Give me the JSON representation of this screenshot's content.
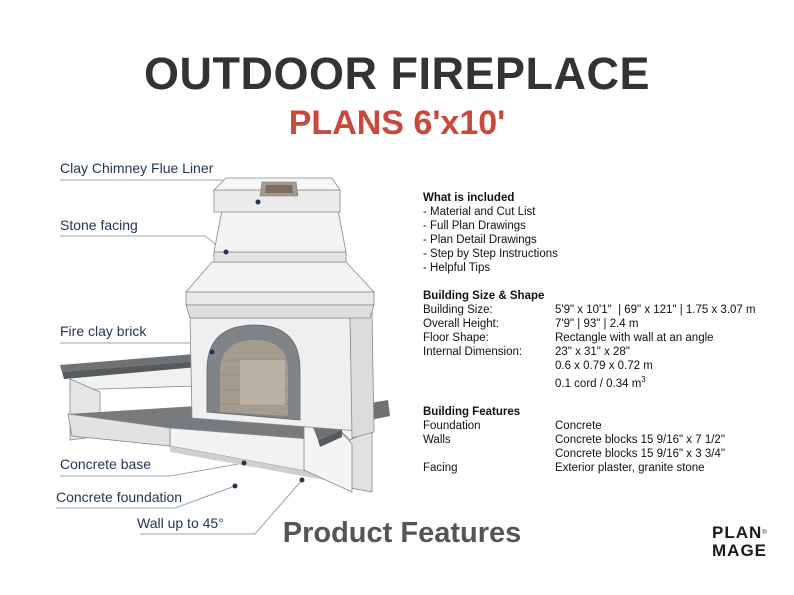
{
  "header": {
    "title": "OUTDOOR FIREPLACE",
    "subtitle": "PLANS 6'x10'"
  },
  "callouts": [
    "Clay Chimney Flue Liner",
    "Stone facing",
    "Fire clay brick",
    "Concrete base",
    "Concrete foundation",
    "Wall up to 45°"
  ],
  "included": {
    "heading": "What is included",
    "items": [
      "- Material and Cut List",
      "- Full Plan Drawings",
      "- Plan Detail Drawings",
      "- Step by Step Instructions",
      "- Helpful Tips"
    ]
  },
  "size": {
    "heading": "Building Size & Shape",
    "building_size_label": "Building Size:",
    "building_size_value": "5'9\" x 10'1\"  | 69\" x 121\" | 1.75 x 3.07 m",
    "overall_height_label": "Overall Height:",
    "overall_height_value": "7'9\" | 93\" | 2.4 m",
    "floor_shape_label": "Floor Shape:",
    "floor_shape_value": "Rectangle with wall at an angle",
    "internal_label": "Internal Dimension:",
    "internal_value_1": "23\" x 31\" x 28\"",
    "internal_value_2": "0.6 x 0.79 x 0.72 m",
    "internal_value_3": "0.1 cord / 0.34 m",
    "internal_value_3_sup": "3"
  },
  "features": {
    "heading": "Building Features",
    "foundation_label": "Foundation",
    "foundation_value": "Concrete",
    "walls_label": "Walls",
    "walls_value_1": "Concrete blocks 15 9/16\" x 7 1/2\"",
    "walls_value_2": "Concrete blocks 15 9/16\" x 3 3/4\"",
    "facing_label": "Facing",
    "facing_value": "Exterior plaster, granite stone"
  },
  "footer": {
    "product_features": "Product Features",
    "logo_line1": "PLAN",
    "logo_line2": "MAGE",
    "logo_mark": "®"
  },
  "colors": {
    "title": "#333333",
    "subtitle": "#c9483b",
    "callout": "#1f3550",
    "stone_cap": "#6e7275",
    "plaster": "#ececec",
    "brick": "#9a9a9a"
  }
}
